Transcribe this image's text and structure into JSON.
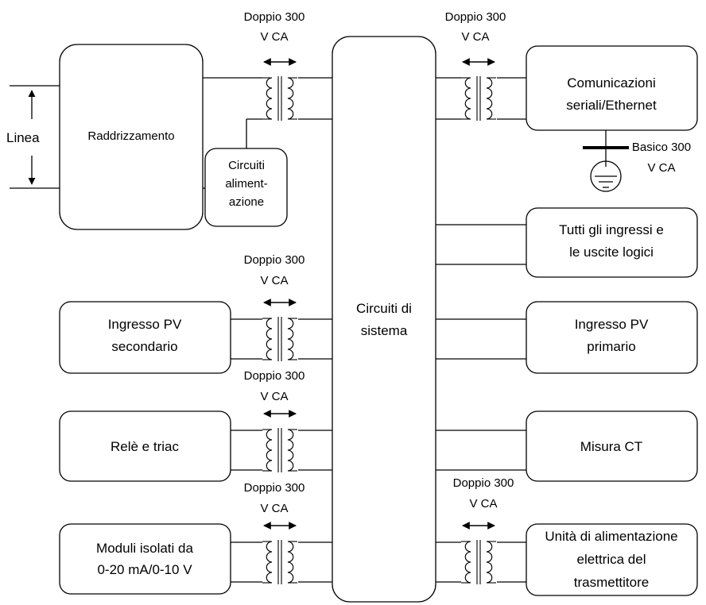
{
  "diagram": {
    "line_label": "Linea",
    "rectifier_label": "Raddrizzamento",
    "power_circuits": [
      "Circuiti",
      "aliment-",
      "azione"
    ],
    "system_circuits": [
      "Circuiti di",
      "sistema"
    ],
    "isolation_double": [
      "Doppio 300",
      "V CA"
    ],
    "isolation_basic": [
      "Basico 300",
      "V CA"
    ],
    "left_blocks": [
      {
        "lines": [
          "Ingresso PV",
          "secondario"
        ]
      },
      {
        "lines": [
          "Relè e triac"
        ]
      },
      {
        "lines": [
          "Moduli isolati da",
          "0-20 mA/0-10 V"
        ]
      }
    ],
    "right_blocks": [
      {
        "lines": [
          "Comunicazioni",
          "seriali/Ethernet"
        ]
      },
      {
        "lines": [
          "Tutti gli ingressi e",
          "le uscite logici"
        ]
      },
      {
        "lines": [
          "Ingresso PV",
          "primario"
        ]
      },
      {
        "lines": [
          "Misura CT"
        ]
      },
      {
        "lines": [
          "Unità di alimentazione",
          "elettrica del",
          "trasmettitore"
        ]
      }
    ]
  }
}
